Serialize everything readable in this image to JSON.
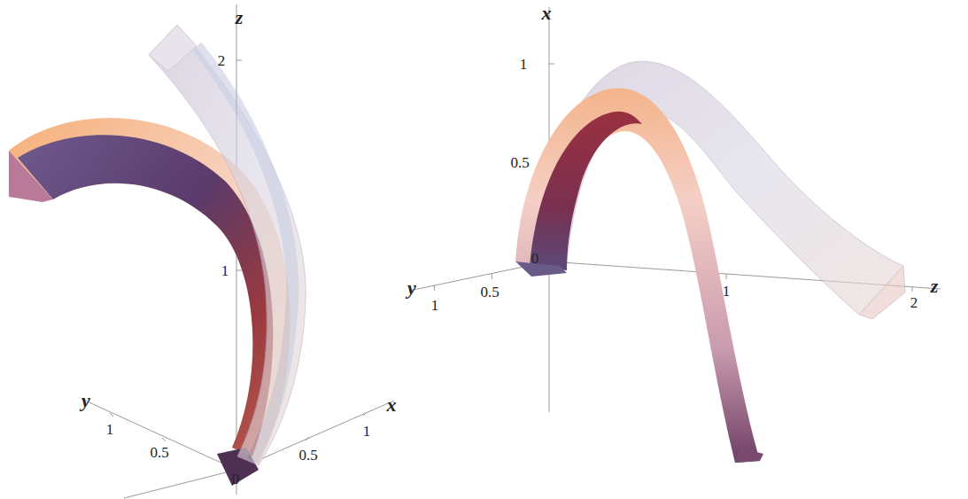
{
  "diagram": {
    "labels": [
      "z",
      "2",
      "1",
      "y",
      "1",
      "0.5",
      "0",
      "0.5",
      "1",
      "x",
      "x",
      "1",
      "0.5",
      "0",
      "y",
      "1",
      "0.5",
      "1",
      "2",
      "z"
    ]
  }
}
